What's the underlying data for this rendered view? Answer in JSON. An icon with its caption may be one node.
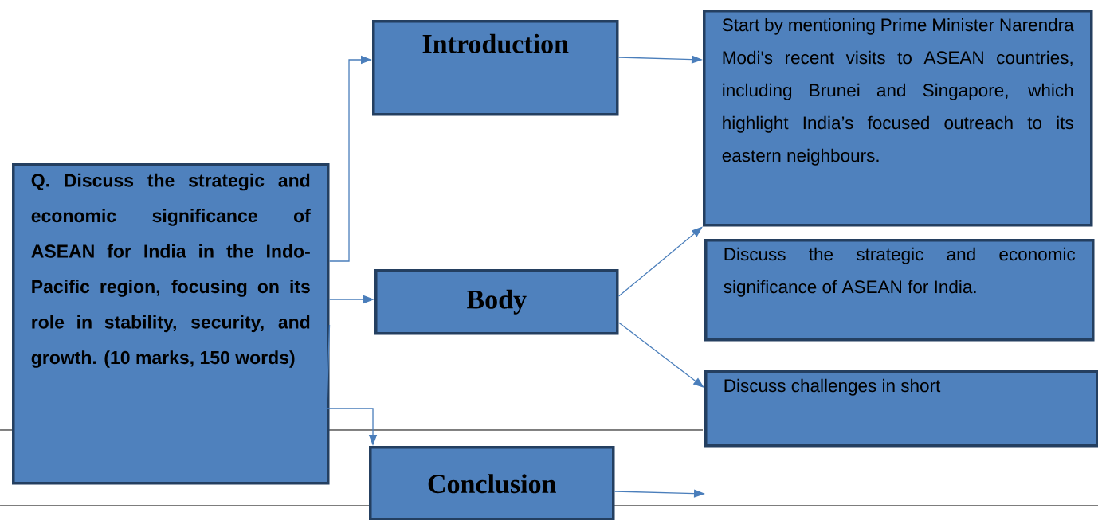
{
  "diagram": {
    "nodes": [
      {
        "text": [
          "Q. Discuss the strategic and economic significance of ASEAN for India in the Indo-Pacific region, focusing on its role in stability, security, and growth. (10 marks, 150 words)"
        ]
      },
      {
        "text": [
          "Introduction"
        ]
      },
      {
        "text": [
          "Body"
        ]
      },
      {
        "text": [
          "Conclusion"
        ]
      },
      {
        "text": [
          "Start by mentioning Prime Minister Narendra Modi's recent visits to ASEAN countries, including Brunei and Singapore, which highlight India’s focused outreach to its eastern neighbours."
        ]
      },
      {
        "text": [
          "Discuss the strategic and economic significance of ASEAN for India."
        ]
      },
      {
        "text": [
          "Discuss challenges in short"
        ]
      }
    ],
    "edges": [
      {
        "from": 0,
        "to": 1,
        "arrow": "to"
      },
      {
        "from": 0,
        "to": 2,
        "arrow": "to"
      },
      {
        "from": 0,
        "to": 3,
        "arrow": "to"
      },
      {
        "from": 1,
        "to": 4,
        "arrow": "to"
      },
      {
        "from": 2,
        "to": 4,
        "arrow": "to"
      },
      {
        "from": 2,
        "to": 6,
        "arrow": "to"
      },
      {
        "from": 3,
        "to": null,
        "arrow": "to"
      }
    ]
  }
}
